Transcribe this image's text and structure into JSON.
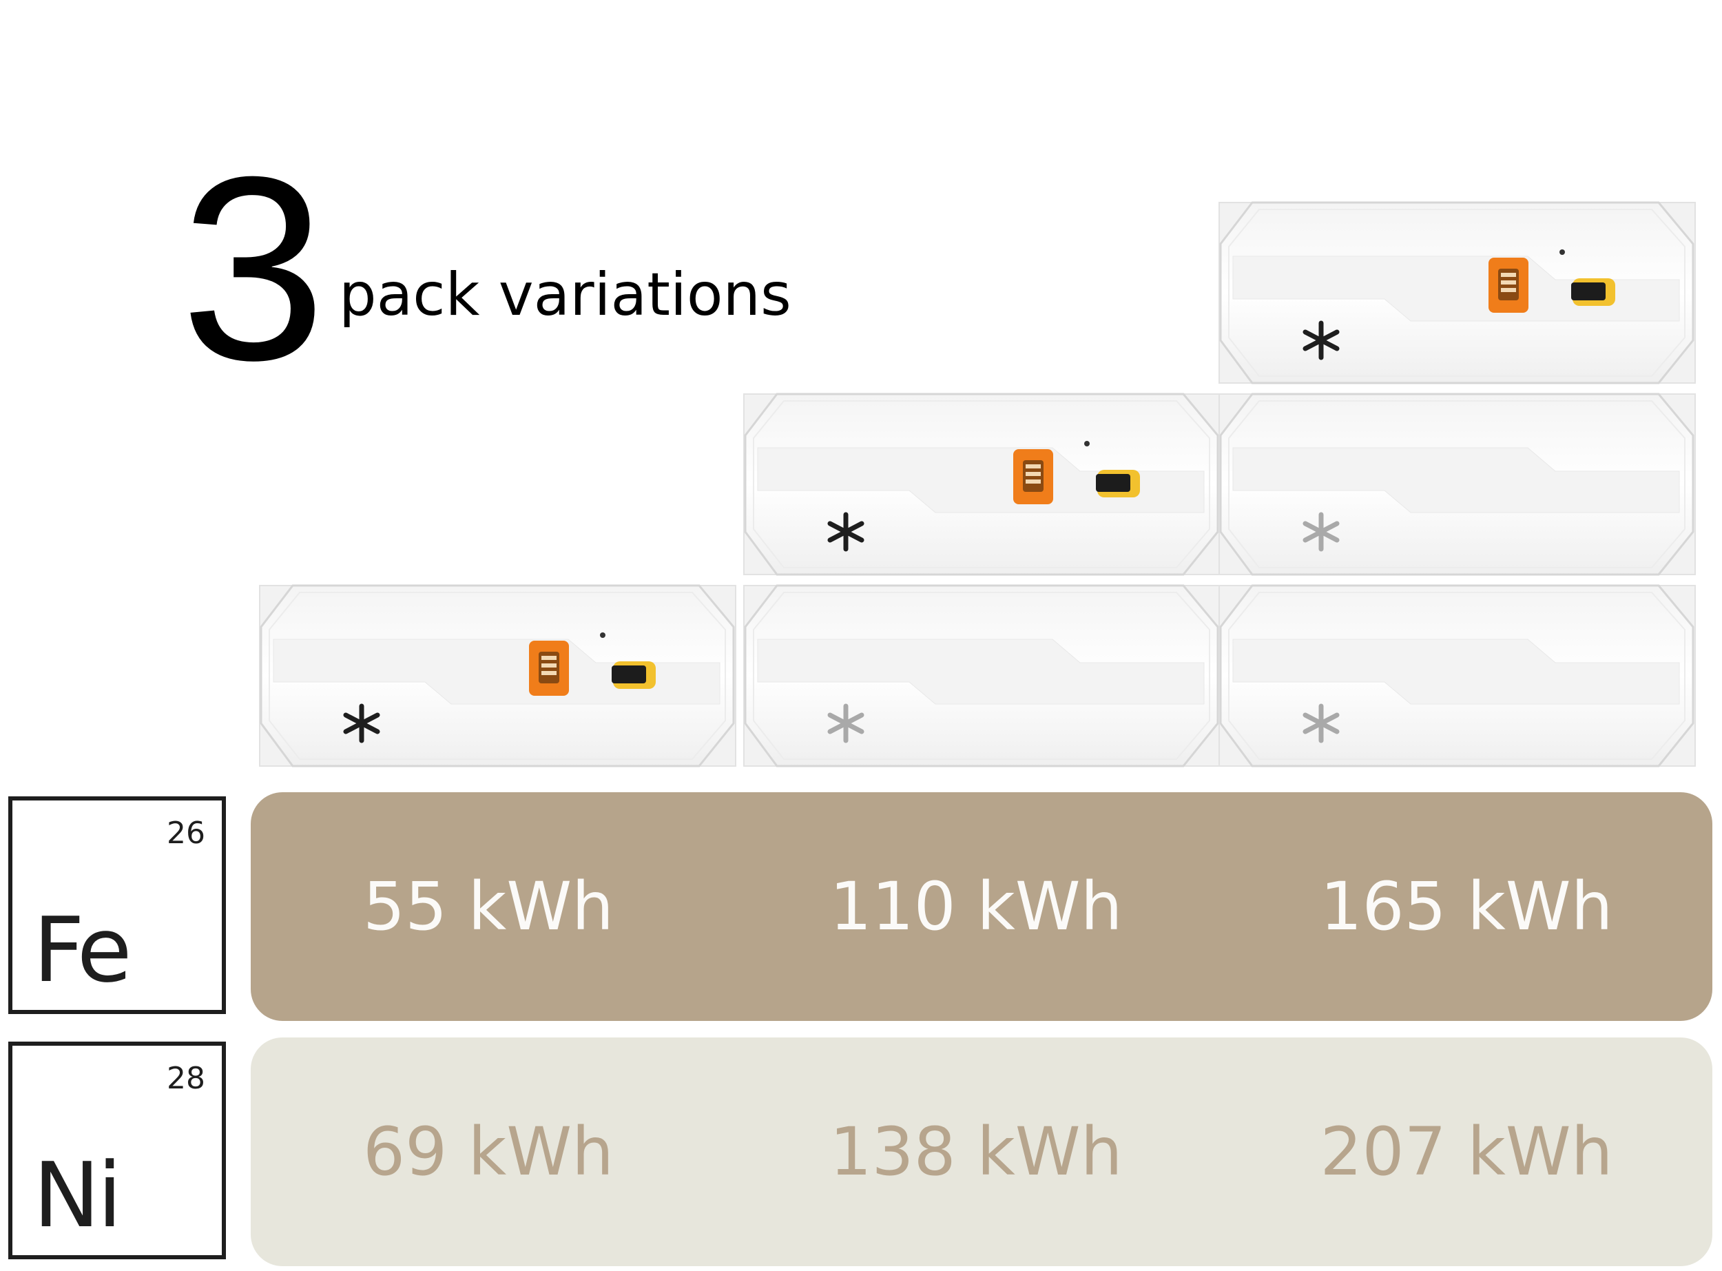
{
  "headline": {
    "number": "3",
    "text": "pack variations"
  },
  "packs": [
    {
      "id": "pack-1-bottom",
      "logo": "dark",
      "connectors": true
    },
    {
      "id": "pack-2-bottom",
      "logo": "light",
      "connectors": false
    },
    {
      "id": "pack-3-bottom",
      "logo": "light",
      "connectors": false
    },
    {
      "id": "pack-2-top",
      "logo": "dark",
      "connectors": true
    },
    {
      "id": "pack-3-middle",
      "logo": "light",
      "connectors": false
    },
    {
      "id": "pack-3-top",
      "logo": "dark",
      "connectors": true
    }
  ],
  "colors": {
    "fe_bar": "#b6a48b",
    "ni_bar": "#e7e6dc",
    "fe_text": "#fbfaf8",
    "ni_text": "#b7a58d",
    "connector_orange": "#f07d1a",
    "connector_yellow": "#f2c12e"
  },
  "elements": {
    "fe": {
      "symbol": "Fe",
      "number": "26"
    },
    "ni": {
      "symbol": "Ni",
      "number": "28"
    }
  },
  "capacities": {
    "fe": [
      "55 kWh",
      "110 kWh",
      "165 kWh"
    ],
    "ni": [
      "69 kWh",
      "138 kWh",
      "207 kWh"
    ]
  }
}
